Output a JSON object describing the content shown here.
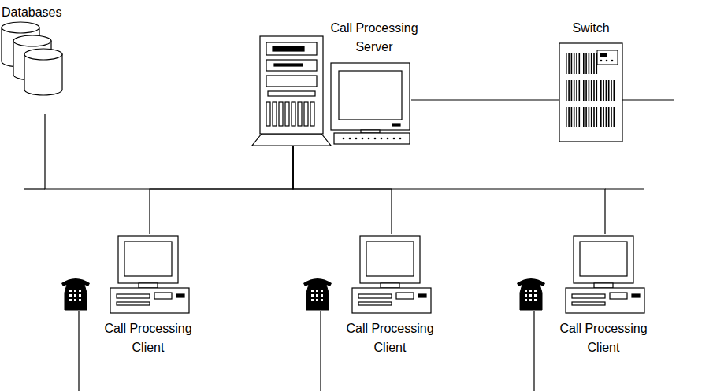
{
  "diagram": {
    "nodes": [
      {
        "text": [
          "Databases"
        ]
      },
      {
        "text": [
          "Call Processing Server"
        ]
      },
      {
        "text": [
          "Switch"
        ]
      },
      {
        "text": [
          "Call Processing Client"
        ]
      },
      {
        "text": [
          "Call Processing Client"
        ]
      },
      {
        "text": [
          "Call Processing Client"
        ]
      }
    ],
    "edges": [
      {
        "from": 0,
        "to": 1,
        "arrow": "none"
      },
      {
        "from": 1,
        "to": 2,
        "arrow": "none"
      },
      {
        "from": 1,
        "to": 3,
        "arrow": "none"
      },
      {
        "from": 1,
        "to": 4,
        "arrow": "none"
      },
      {
        "from": 1,
        "to": 5,
        "arrow": "none"
      }
    ]
  }
}
